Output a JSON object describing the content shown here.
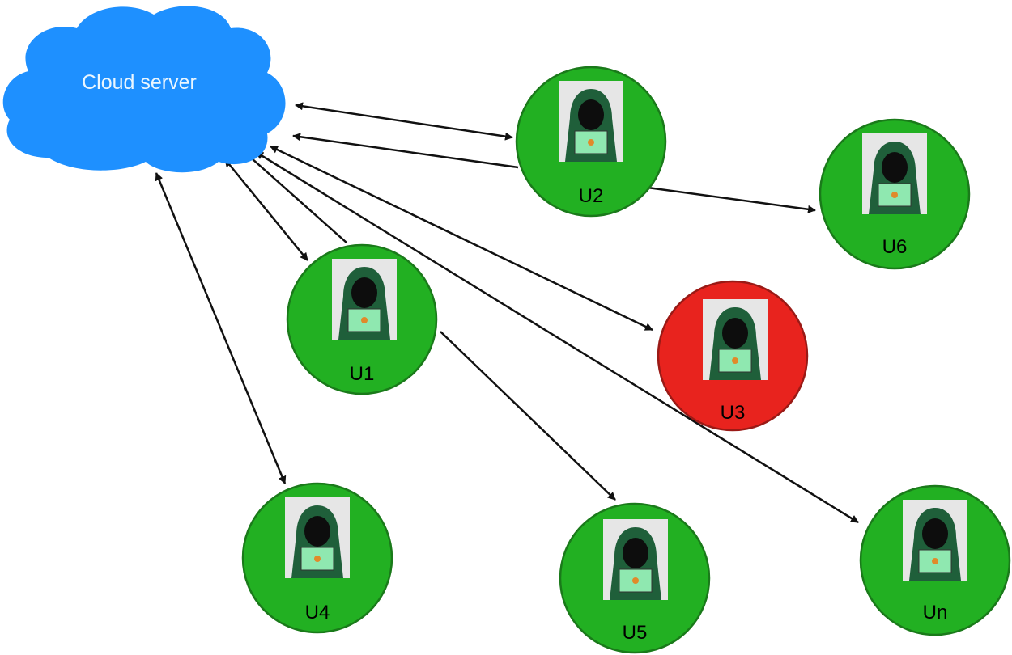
{
  "diagram": {
    "server": {
      "label": "Cloud server",
      "fill": "#1e90ff",
      "text_color": "#eaf6ff"
    },
    "colors": {
      "normal_user": "#22b022",
      "suspicious_user": "#e8231e",
      "node_stroke": "#1a7a1a",
      "arrow": "#111111"
    },
    "users": [
      {
        "id": "u1",
        "label": "U1",
        "status": "normal"
      },
      {
        "id": "u2",
        "label": "U2",
        "status": "normal"
      },
      {
        "id": "u3",
        "label": "U3",
        "status": "suspicious"
      },
      {
        "id": "u4",
        "label": "U4",
        "status": "normal"
      },
      {
        "id": "u5",
        "label": "U5",
        "status": "normal"
      },
      {
        "id": "u6",
        "label": "U6",
        "status": "normal"
      },
      {
        "id": "un",
        "label": "Un",
        "status": "normal"
      }
    ],
    "edges": [
      {
        "from": "server",
        "to": "u2",
        "type": "bidirectional"
      },
      {
        "from": "u2",
        "to": "server",
        "type": "directed"
      },
      {
        "from": "u2",
        "to": "u6",
        "type": "directed"
      },
      {
        "from": "server",
        "to": "u1",
        "type": "bidirectional"
      },
      {
        "from": "u1",
        "to": "server",
        "type": "directed"
      },
      {
        "from": "server",
        "to": "u3",
        "type": "bidirectional"
      },
      {
        "from": "server",
        "to": "un",
        "type": "bidirectional"
      },
      {
        "from": "server",
        "to": "u4",
        "type": "bidirectional"
      },
      {
        "from": "u1",
        "to": "u5",
        "type": "directed"
      }
    ]
  }
}
